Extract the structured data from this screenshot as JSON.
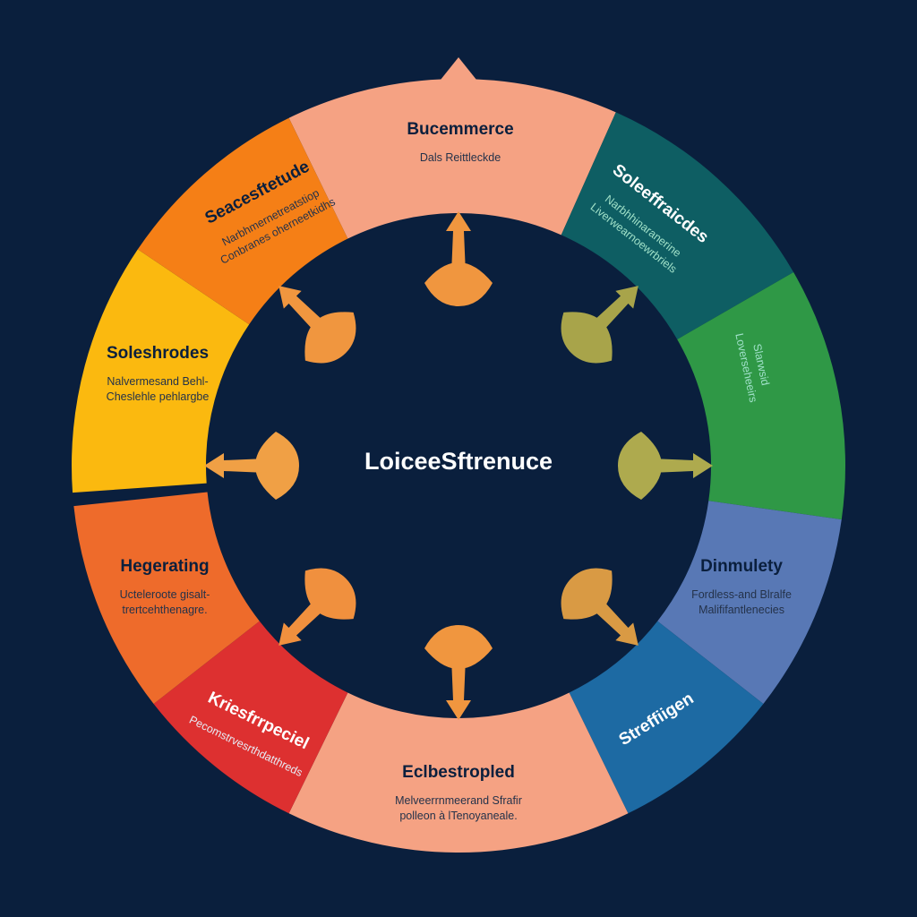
{
  "diagram": {
    "center": {
      "label": "LoiceeSftrenuce"
    },
    "segments": [
      {
        "id": "top",
        "title": "Bucemmerce",
        "lines": [
          "Dals Reittleckde"
        ],
        "color": "#f5a283",
        "dark": true
      },
      {
        "id": "top-right",
        "title": "Soleeffraicdes",
        "lines": [
          "Narbhhinaranerine",
          "Liverwearnoewrbriels"
        ],
        "color": "#0e5e63",
        "dark": false
      },
      {
        "id": "right",
        "title": "",
        "lines": [
          "Slarwsid",
          "Loverseheeirs"
        ],
        "color": "#2f9846",
        "dark": false
      },
      {
        "id": "bottom-right",
        "title": "Dinmulety",
        "lines": [
          "Fordless-and Blralfe",
          "Malififantlenecies"
        ],
        "color": "#5878b5",
        "dark": true
      },
      {
        "id": "lower-right",
        "title": "Streffiigen",
        "lines": [],
        "color": "#1d6aa3",
        "dark": false
      },
      {
        "id": "bottom",
        "title": "Eclbestropled",
        "lines": [
          "Melveerrnmeerand Sfrafir",
          "polleon à lTenoyaneale."
        ],
        "color": "#f5a283",
        "dark": true
      },
      {
        "id": "lower-left",
        "title": "Kriesfrrpeciel",
        "lines": [
          "Pecomstrvesrthdatthreds"
        ],
        "color": "#dd3030",
        "dark": false
      },
      {
        "id": "bottom-left",
        "title": "Hegerating",
        "lines": [
          "Ucteleroote gisalt-",
          "trertcehthenagre."
        ],
        "color": "#ee6b2b",
        "dark": true
      },
      {
        "id": "left",
        "title": "Soleshrodes",
        "lines": [
          "Nalvermesand Behl-",
          "Cheslehle pehlargbe"
        ],
        "color": "#fbb90f",
        "dark": true
      },
      {
        "id": "top-left",
        "title": "Seacesftetude",
        "lines": [
          "Narbhmernetreatstiop",
          "Conbranes oherneetkidhs"
        ],
        "color": "#f57f16",
        "dark": true
      }
    ],
    "connector_color": "#f0a045"
  }
}
